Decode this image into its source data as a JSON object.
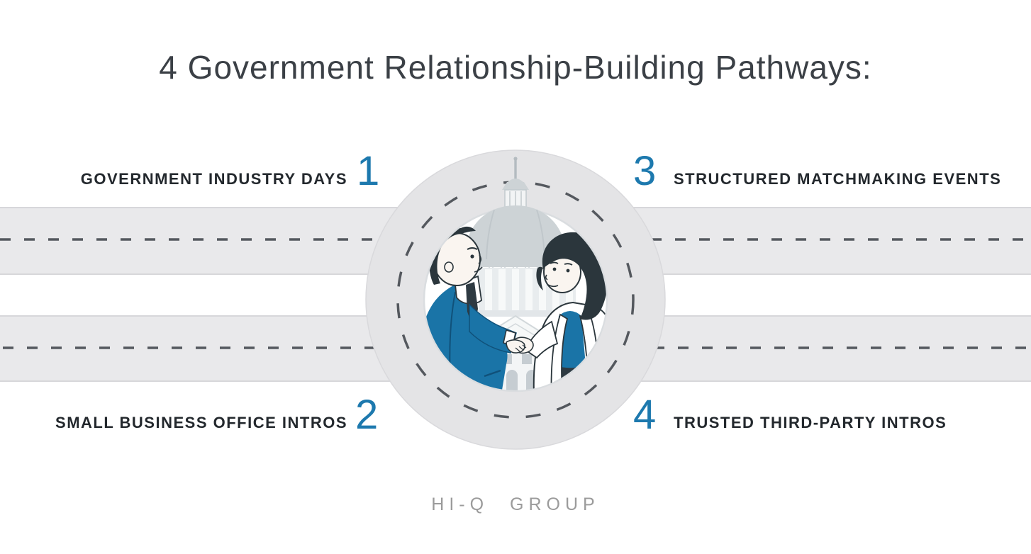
{
  "title": {
    "text": "4 Government Relationship-Building Pathways:",
    "color": "#3b4046"
  },
  "pathways": [
    {
      "number": "1",
      "label": "GOVERNMENT INDUSTRY DAYS",
      "position": "top-left"
    },
    {
      "number": "2",
      "label": "SMALL BUSINESS OFFICE INTROS",
      "position": "bottom-left"
    },
    {
      "number": "3",
      "label": "STRUCTURED MATCHMAKING EVENTS",
      "position": "top-right"
    },
    {
      "number": "4",
      "label": "TRUSTED THIRD-PARTY INTROS",
      "position": "bottom-right"
    }
  ],
  "footer": {
    "brand": "HI-Q GROUP"
  },
  "illustration": {
    "icons": [
      "roundabout-road-icon",
      "lane-dashes-icon",
      "capitol-building-icon",
      "businessman-figure",
      "businesswoman-figure",
      "handshake-icon"
    ]
  },
  "colors": {
    "accent_blue": "#1d79ae",
    "suit_blue": "#1a74a7",
    "heading_gray": "#3b4046",
    "label_ink": "#23282d",
    "road_fill": "#e9e9eb",
    "road_border": "#d7d7da",
    "lane_dash": "#54585e",
    "ring_fill": "#e4e4e6",
    "inner_circle": "#ffffff",
    "building_gray": "#cdd3d6",
    "outline_ink": "#2b363c",
    "brand_gray": "#9b9b9b"
  }
}
